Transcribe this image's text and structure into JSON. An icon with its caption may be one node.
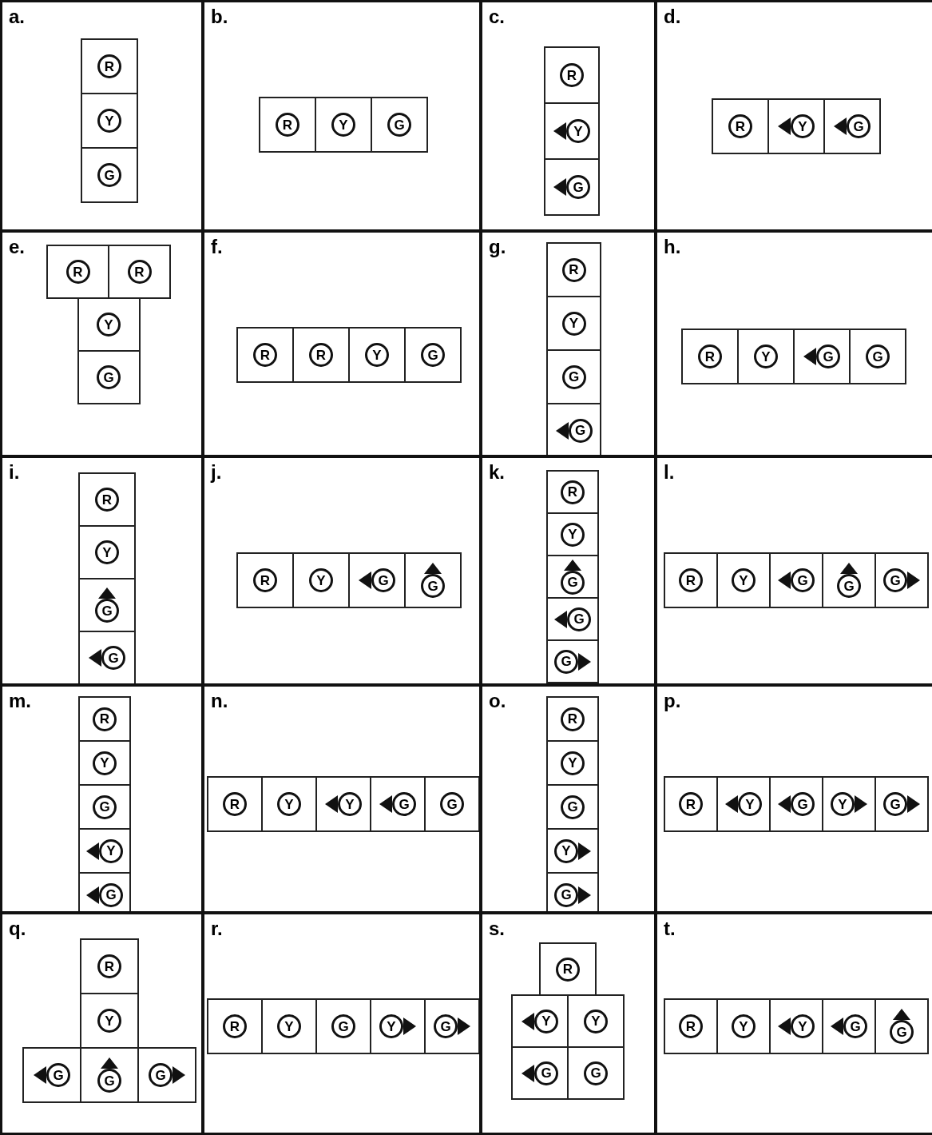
{
  "diagram": {
    "nodes": [
      {
        "text": [
          "a."
        ]
      },
      {
        "text": [
          "R"
        ],
        "in": 0
      },
      {
        "text": [
          "Y"
        ],
        "in": 0
      },
      {
        "text": [
          "G"
        ],
        "in": 0
      },
      {
        "text": [
          "b."
        ]
      },
      {
        "text": [
          "R"
        ],
        "in": 4
      },
      {
        "text": [
          "Y"
        ],
        "in": 4
      },
      {
        "text": [
          "G"
        ],
        "in": 4
      },
      {
        "text": [
          "c."
        ]
      },
      {
        "text": [
          "R"
        ],
        "in": 8
      },
      {
        "text": [
          "Y"
        ],
        "in": 8
      },
      {
        "text": [],
        "shape": "left-arrow",
        "in": 10
      },
      {
        "text": [
          "G"
        ],
        "in": 8
      },
      {
        "text": [],
        "shape": "left-arrow",
        "in": 12
      },
      {
        "text": [
          "d."
        ]
      },
      {
        "text": [
          "R"
        ],
        "in": 14
      },
      {
        "text": [
          "Y"
        ],
        "in": 14
      },
      {
        "text": [],
        "shape": "left-arrow",
        "in": 16
      },
      {
        "text": [
          "G"
        ],
        "in": 14
      },
      {
        "text": [],
        "shape": "left-arrow",
        "in": 18
      },
      {
        "text": [
          "e."
        ]
      },
      {
        "text": [
          "R"
        ],
        "in": 20
      },
      {
        "text": [
          "R"
        ],
        "in": 20
      },
      {
        "text": [
          "Y"
        ],
        "in": 20
      },
      {
        "text": [
          "G"
        ],
        "in": 20
      },
      {
        "text": [
          "f."
        ]
      },
      {
        "text": [
          "R"
        ],
        "in": 25
      },
      {
        "text": [
          "R"
        ],
        "in": 25
      },
      {
        "text": [
          "Y"
        ],
        "in": 25
      },
      {
        "text": [
          "G"
        ],
        "in": 25
      },
      {
        "text": [
          "g."
        ]
      },
      {
        "text": [
          "R"
        ],
        "in": 30
      },
      {
        "text": [
          "Y"
        ],
        "in": 30
      },
      {
        "text": [
          "G"
        ],
        "in": 30
      },
      {
        "text": [
          "G"
        ],
        "in": 30
      },
      {
        "text": [],
        "shape": "left-arrow",
        "in": 34
      },
      {
        "text": [
          "h."
        ]
      },
      {
        "text": [
          "R"
        ],
        "in": 36
      },
      {
        "text": [
          "Y"
        ],
        "in": 36
      },
      {
        "text": [
          "G"
        ],
        "in": 36
      },
      {
        "text": [],
        "shape": "left-arrow",
        "in": 39
      },
      {
        "text": [
          "G"
        ],
        "in": 36
      },
      {
        "text": [
          "i."
        ]
      },
      {
        "text": [
          "R"
        ],
        "in": 42
      },
      {
        "text": [
          "Y"
        ],
        "in": 42
      },
      {
        "text": [
          "G"
        ],
        "in": 42
      },
      {
        "text": [],
        "shape": "up-arrow",
        "in": 45
      },
      {
        "text": [
          "G"
        ],
        "in": 42
      },
      {
        "text": [],
        "shape": "left-arrow",
        "in": 47
      },
      {
        "text": [
          "j."
        ]
      },
      {
        "text": [
          "R"
        ],
        "in": 49
      },
      {
        "text": [
          "Y"
        ],
        "in": 49
      },
      {
        "text": [
          "G"
        ],
        "in": 49
      },
      {
        "text": [],
        "shape": "left-arrow",
        "in": 52
      },
      {
        "text": [
          "G"
        ],
        "in": 49
      },
      {
        "text": [],
        "shape": "up-arrow",
        "in": 54
      },
      {
        "text": [
          "k."
        ]
      },
      {
        "text": [
          "R"
        ],
        "in": 56
      },
      {
        "text": [
          "Y"
        ],
        "in": 56
      },
      {
        "text": [
          "G"
        ],
        "in": 56
      },
      {
        "text": [],
        "shape": "up-arrow",
        "in": 59
      },
      {
        "text": [
          "G"
        ],
        "in": 56
      },
      {
        "text": [],
        "shape": "left-arrow",
        "in": 61
      },
      {
        "text": [
          "G"
        ],
        "in": 56
      },
      {
        "text": [],
        "shape": "right-arrow",
        "in": 63
      },
      {
        "text": [
          "l."
        ]
      },
      {
        "text": [
          "R"
        ],
        "in": 65
      },
      {
        "text": [
          "Y"
        ],
        "in": 65
      },
      {
        "text": [
          "G"
        ],
        "in": 65
      },
      {
        "text": [],
        "shape": "left-arrow",
        "in": 68
      },
      {
        "text": [
          "G"
        ],
        "in": 65
      },
      {
        "text": [],
        "shape": "up-arrow",
        "in": 70
      },
      {
        "text": [
          "G"
        ],
        "in": 65
      },
      {
        "text": [],
        "shape": "right-arrow",
        "in": 72
      },
      {
        "text": [
          "m."
        ]
      },
      {
        "text": [
          "R"
        ],
        "in": 74
      },
      {
        "text": [
          "Y"
        ],
        "in": 74
      },
      {
        "text": [
          "G"
        ],
        "in": 74
      },
      {
        "text": [
          "Y"
        ],
        "in": 74
      },
      {
        "text": [],
        "shape": "left-arrow",
        "in": 78
      },
      {
        "text": [
          "G"
        ],
        "in": 74
      },
      {
        "text": [],
        "shape": "left-arrow",
        "in": 80
      },
      {
        "text": [
          "n."
        ]
      },
      {
        "text": [
          "R"
        ],
        "in": 82
      },
      {
        "text": [
          "Y"
        ],
        "in": 82
      },
      {
        "text": [
          "Y"
        ],
        "in": 82
      },
      {
        "text": [],
        "shape": "left-arrow",
        "in": 85
      },
      {
        "text": [
          "G"
        ],
        "in": 82
      },
      {
        "text": [],
        "shape": "left-arrow",
        "in": 87
      },
      {
        "text": [
          "G"
        ],
        "in": 82
      },
      {
        "text": [
          "o."
        ]
      },
      {
        "text": [
          "R"
        ],
        "in": 90
      },
      {
        "text": [
          "Y"
        ],
        "in": 90
      },
      {
        "text": [
          "G"
        ],
        "in": 90
      },
      {
        "text": [
          "Y"
        ],
        "in": 90
      },
      {
        "text": [],
        "shape": "right-arrow",
        "in": 94
      },
      {
        "text": [
          "G"
        ],
        "in": 90
      },
      {
        "text": [],
        "shape": "right-arrow",
        "in": 96
      },
      {
        "text": [
          "p."
        ]
      },
      {
        "text": [
          "R"
        ],
        "in": 98
      },
      {
        "text": [
          "Y"
        ],
        "in": 98
      },
      {
        "text": [],
        "shape": "left-arrow",
        "in": 100
      },
      {
        "text": [
          "G"
        ],
        "in": 98
      },
      {
        "text": [],
        "shape": "left-arrow",
        "in": 102
      },
      {
        "text": [
          "Y"
        ],
        "in": 98
      },
      {
        "text": [],
        "shape": "right-arrow",
        "in": 104
      },
      {
        "text": [
          "G"
        ],
        "in": 98
      },
      {
        "text": [],
        "shape": "right-arrow",
        "in": 106
      },
      {
        "text": [
          "q."
        ]
      },
      {
        "text": [
          "R"
        ],
        "in": 108
      },
      {
        "text": [
          "Y"
        ],
        "in": 108
      },
      {
        "text": [
          "G"
        ],
        "in": 108
      },
      {
        "text": [],
        "shape": "left-arrow",
        "in": 111
      },
      {
        "text": [
          "G"
        ],
        "in": 108
      },
      {
        "text": [],
        "shape": "up-arrow",
        "in": 113
      },
      {
        "text": [
          "G"
        ],
        "in": 108
      },
      {
        "text": [],
        "shape": "right-arrow",
        "in": 115
      },
      {
        "text": [
          "r."
        ]
      },
      {
        "text": [
          "R"
        ],
        "in": 117
      },
      {
        "text": [
          "Y"
        ],
        "in": 117
      },
      {
        "text": [
          "G"
        ],
        "in": 117
      },
      {
        "text": [
          "Y"
        ],
        "in": 117
      },
      {
        "text": [],
        "shape": "right-arrow",
        "in": 121
      },
      {
        "text": [
          "G"
        ],
        "in": 117
      },
      {
        "text": [],
        "shape": "right-arrow",
        "in": 123
      },
      {
        "text": [
          "s."
        ]
      },
      {
        "text": [
          "R"
        ],
        "in": 125
      },
      {
        "text": [
          "Y"
        ],
        "in": 125
      },
      {
        "text": [],
        "shape": "left-arrow",
        "in": 127
      },
      {
        "text": [
          "Y"
        ],
        "in": 125
      },
      {
        "text": [
          "G"
        ],
        "in": 125
      },
      {
        "text": [],
        "shape": "left-arrow",
        "in": 130
      },
      {
        "text": [
          "G"
        ],
        "in": 125
      },
      {
        "text": [
          "t."
        ]
      },
      {
        "text": [
          "R"
        ],
        "in": 133
      },
      {
        "text": [
          "Y"
        ],
        "in": 133
      },
      {
        "text": [
          "Y"
        ],
        "in": 133
      },
      {
        "text": [],
        "shape": "left-arrow",
        "in": 136
      },
      {
        "text": [
          "G"
        ],
        "in": 133
      },
      {
        "text": [],
        "shape": "left-arrow",
        "in": 138
      },
      {
        "text": [
          "G"
        ],
        "in": 133
      },
      {
        "text": [],
        "shape": "up-arrow",
        "in": 140
      }
    ]
  }
}
